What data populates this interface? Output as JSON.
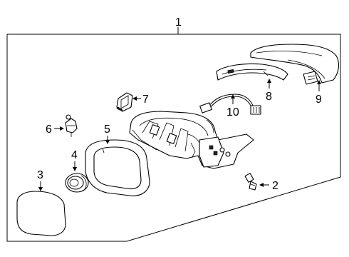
{
  "callouts": {
    "c1": "1",
    "c2": "2",
    "c3": "3",
    "c4": "4",
    "c5": "5",
    "c6": "6",
    "c7": "7",
    "c8": "8",
    "c9": "9",
    "c10": "10"
  },
  "parts": [
    "mirror-assembly",
    "bolt",
    "mirror-glass",
    "actuator",
    "frame",
    "clip",
    "lamp",
    "turn-signal",
    "cover-cap",
    "wire-harness"
  ]
}
